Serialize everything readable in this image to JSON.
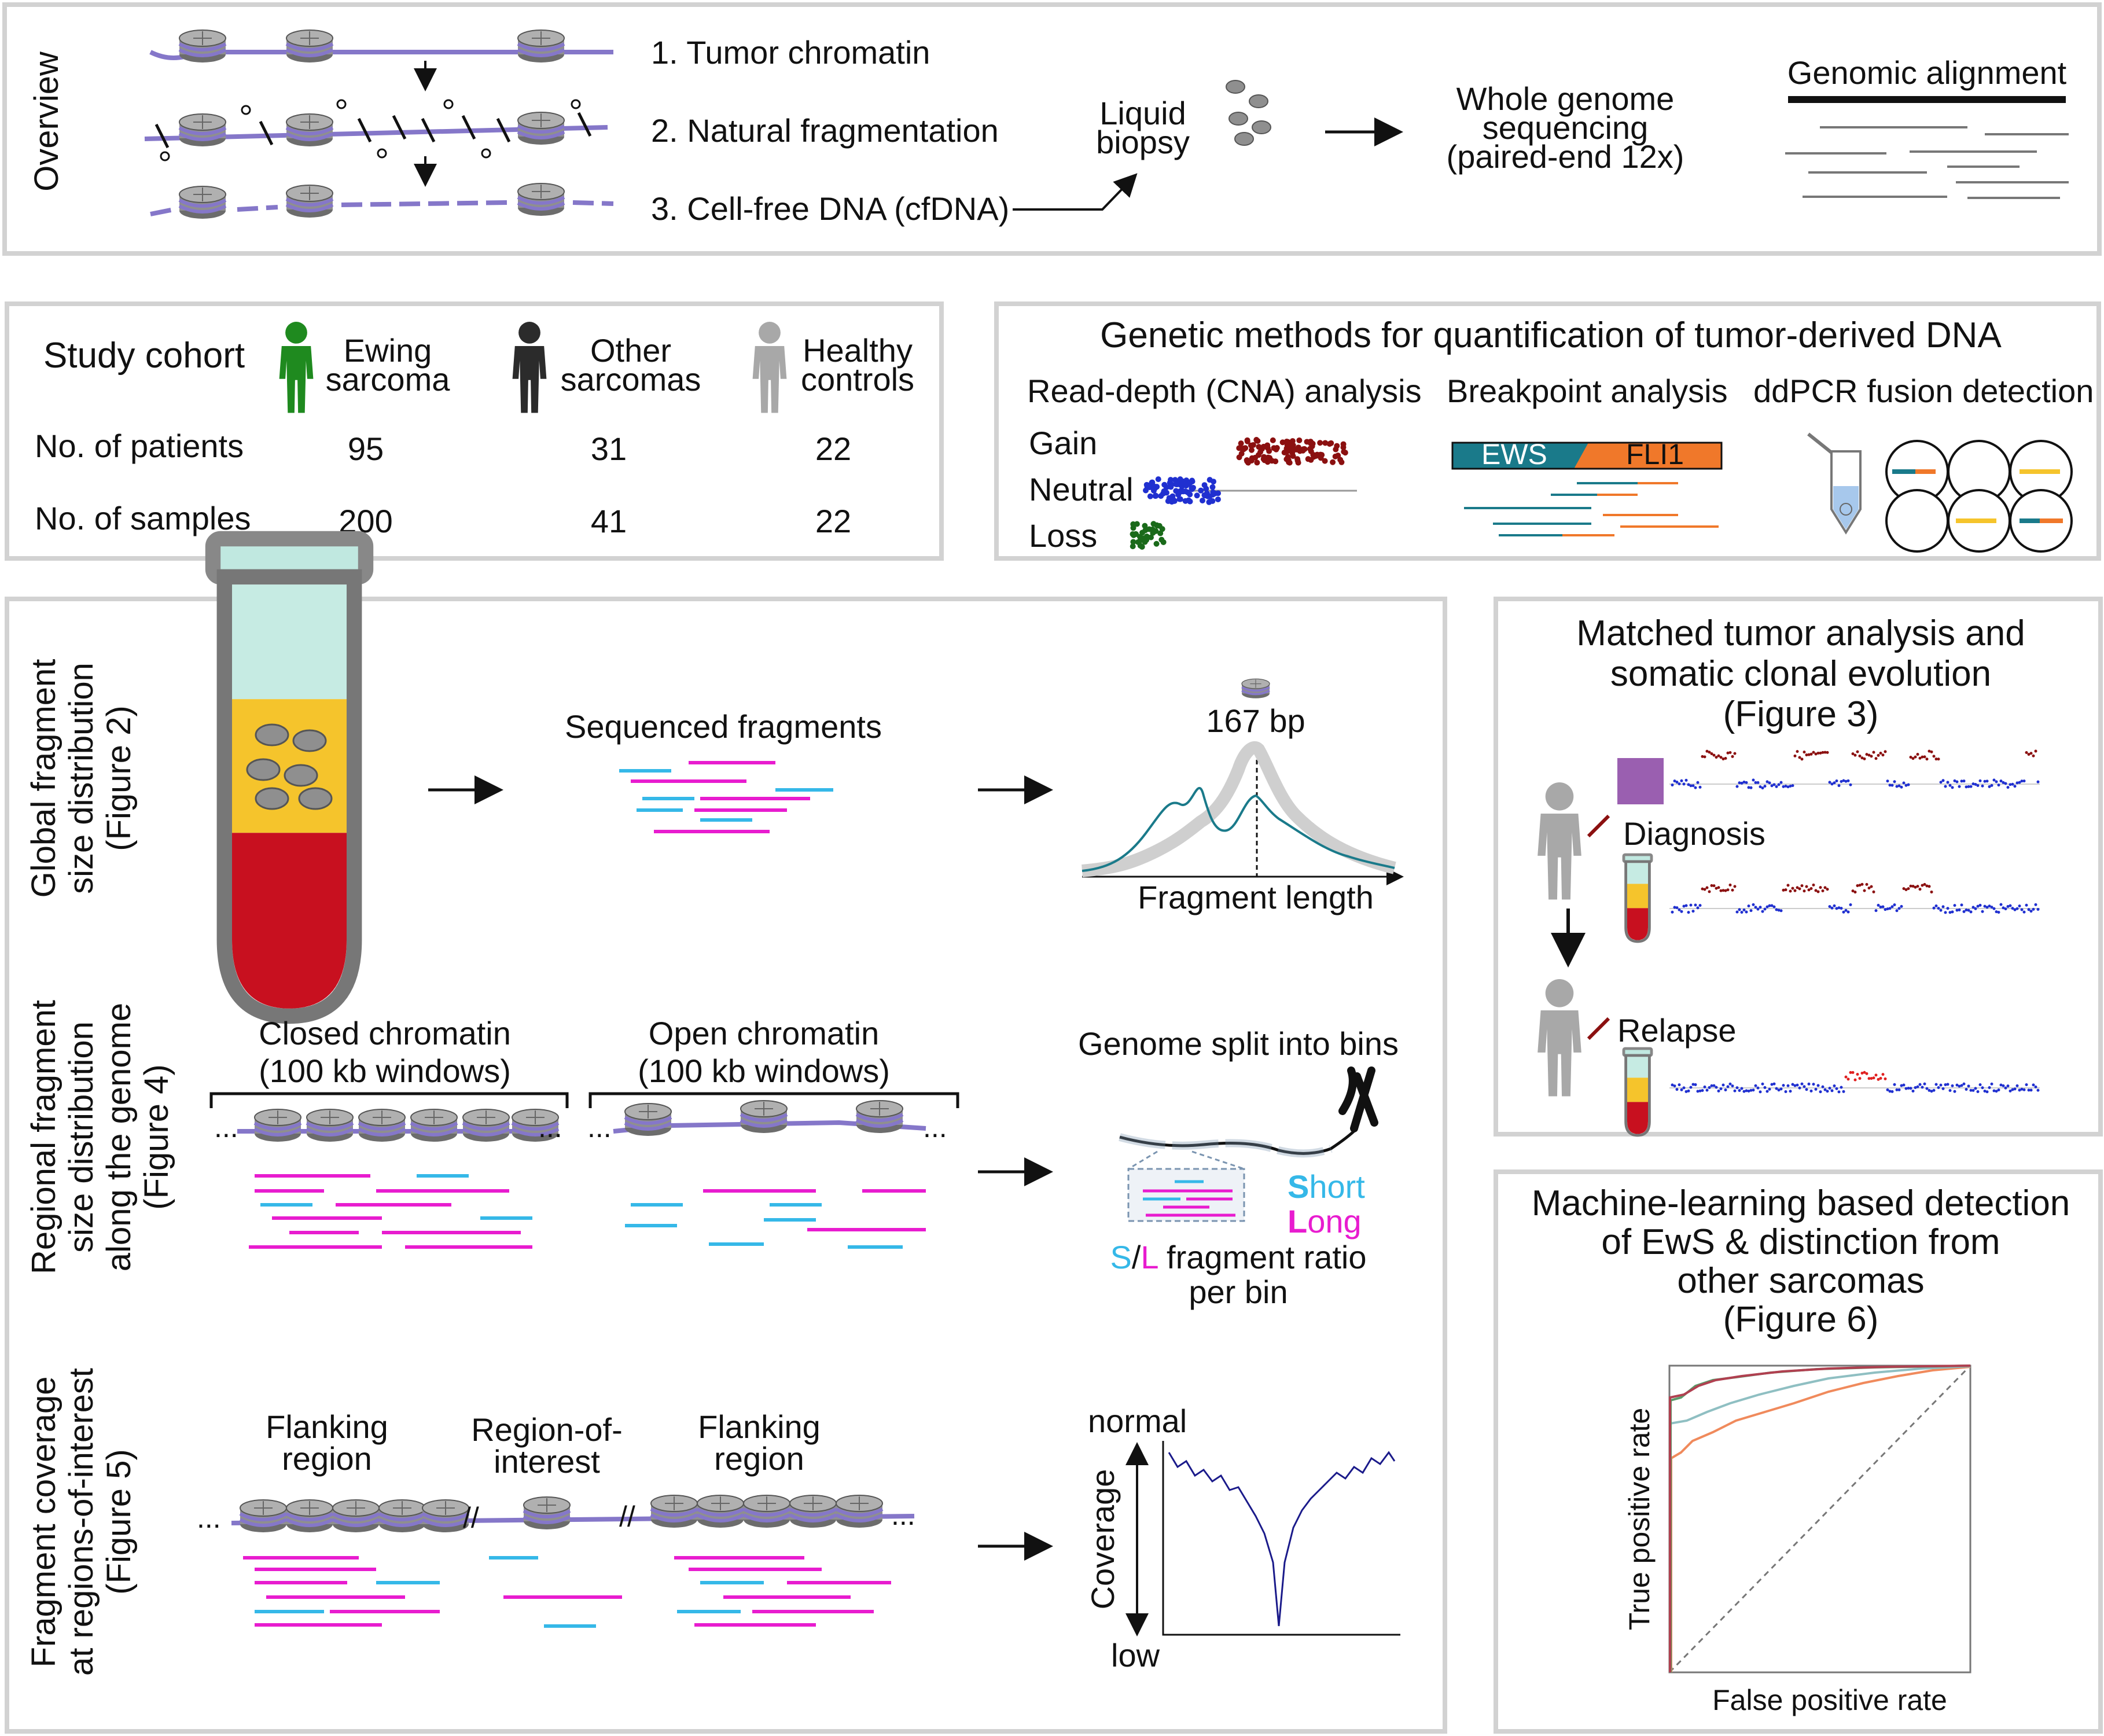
{
  "overview": {
    "title": "Overview",
    "step1": "1. Tumor chromatin",
    "step2": "2. Natural fragmentation",
    "step3": "3. Cell-free DNA (cfDNA)",
    "liquid_biopsy": [
      "Liquid",
      "biopsy"
    ],
    "wgs": [
      "Whole genome",
      "sequencing",
      "(paired-end 12x)"
    ],
    "genomic_alignment": "Genomic alignment"
  },
  "cohort": {
    "title": "Study cohort",
    "groups": [
      {
        "name": [
          "Ewing",
          "sarcoma"
        ],
        "patients": "95",
        "samples": "200",
        "color": "#1f8a1f"
      },
      {
        "name": [
          "Other",
          "sarcomas"
        ],
        "patients": "31",
        "samples": "41",
        "color": "#2b2b2b"
      },
      {
        "name": [
          "Healthy",
          "controls"
        ],
        "patients": "22",
        "samples": "22",
        "color": "#a8a8a8"
      }
    ],
    "row_patients": "No. of patients",
    "row_samples": "No. of samples"
  },
  "genetic": {
    "title": "Genetic methods for quantification of tumor-derived DNA",
    "cna_title": "Read-depth (CNA) analysis",
    "gain": "Gain",
    "neutral": "Neutral",
    "loss": "Loss",
    "bp_title": "Breakpoint analysis",
    "ews": "EWS",
    "fli1": "FLI1",
    "ddpcr_title": "ddPCR fusion detection"
  },
  "global": {
    "side_label": [
      "Global fragment",
      "size distribution",
      "(Figure 2)"
    ],
    "sequenced_fragments": "Sequenced fragments",
    "peak": "167 bp",
    "xlabel": "Fragment length"
  },
  "regional": {
    "side_label": [
      "Regional fragment",
      "size distribution",
      "along the genome",
      "(Figure 4)"
    ],
    "closed": [
      "Closed chromatin",
      "(100 kb windows)"
    ],
    "open": [
      "Open chromatin",
      "(100 kb windows)"
    ],
    "dots": "...",
    "bins_title": "Genome split into bins",
    "short_S": "S",
    "short_rest": "hort",
    "long_L": "L",
    "long_rest": "ong",
    "ratio_S": "S",
    "ratio_slash": "/",
    "ratio_L": "L",
    "ratio_rest": " fragment ratio",
    "per_bin": "per bin"
  },
  "coverage": {
    "side_label": [
      "Fragment coverage",
      "at regions-of-interest",
      "(Figure 5)"
    ],
    "flanking_left": [
      "Flanking",
      "region"
    ],
    "roi": [
      "Region-of-",
      "interest"
    ],
    "flanking_right": [
      "Flanking",
      "region"
    ],
    "normal": "normal",
    "low": "low",
    "ylabel": "Coverage"
  },
  "matched": {
    "title": [
      "Matched tumor analysis and",
      "somatic clonal evolution",
      "(Figure 3)"
    ],
    "diagnosis": "Diagnosis",
    "relapse": "Relapse"
  },
  "ml": {
    "title": [
      "Machine-learning based detection",
      "of EwS & distinction from",
      "other sarcomas",
      "(Figure 6)"
    ],
    "ylabel": "True positive rate",
    "xlabel": "False positive rate"
  },
  "colors": {
    "dna": "#8577c9",
    "nucleosome": "#8c8c8c",
    "short": "#35b8e8",
    "long": "#e81ccf",
    "teal": "#1a7a8a",
    "orange": "#f0782a",
    "gain": "#8b1010",
    "neutral": "#2030d0",
    "loss": "#1a6a1a"
  }
}
